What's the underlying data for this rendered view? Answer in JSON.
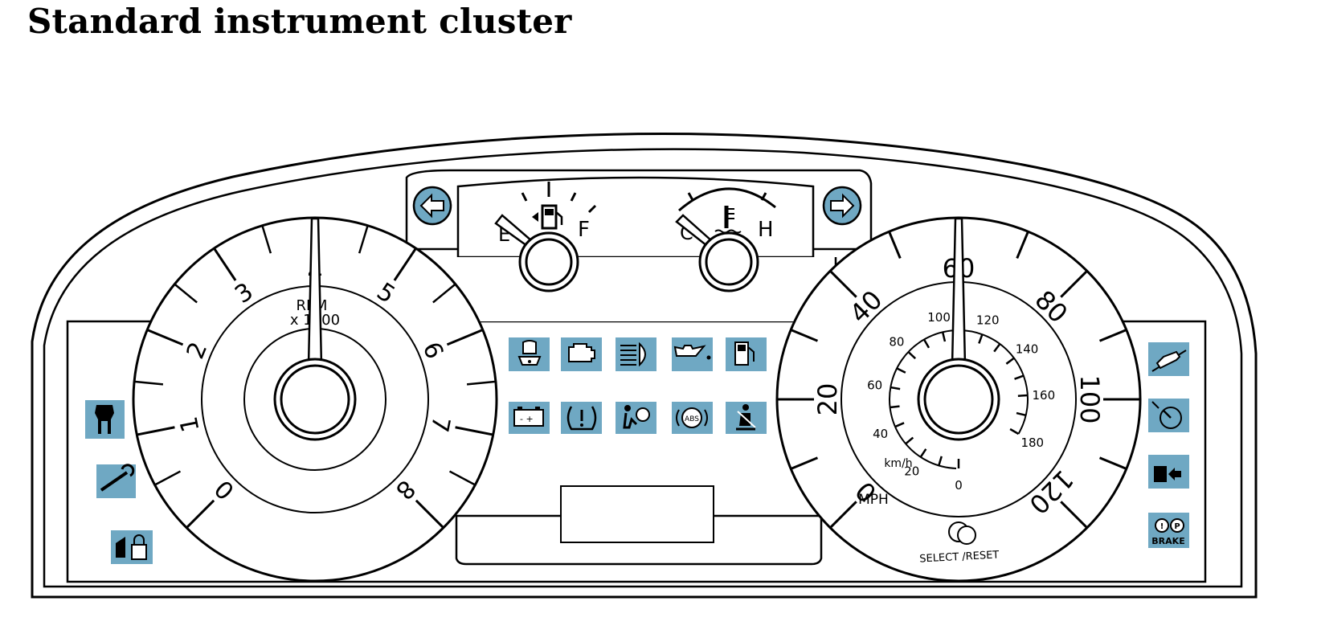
{
  "title": "Standard instrument cluster",
  "colors": {
    "line": "#000000",
    "icon_bg": "#6fa8c3",
    "background": "#ffffff"
  },
  "tachometer": {
    "label_line1": "RPM",
    "label_line2": "x 1000",
    "ticks": [
      "0",
      "1",
      "2",
      "3",
      "4",
      "5",
      "6",
      "7",
      "8"
    ],
    "needle_value": 4
  },
  "speedometer": {
    "mph_unit": "MPH",
    "kmh_unit": "km/h",
    "mph_ticks": [
      "0",
      "20",
      "40",
      "60",
      "80",
      "100",
      "120"
    ],
    "kmh_ticks": [
      "0",
      "20",
      "40",
      "60",
      "80",
      "100",
      "120",
      "140",
      "160",
      "180"
    ],
    "needle_value_mph": 60,
    "button_label": "SELECT /RESET"
  },
  "fuel_gauge": {
    "full_label": "F",
    "empty_label": "E",
    "icon": "fuel-pump-icon"
  },
  "temp_gauge": {
    "hot_label": "H",
    "cold_label": "C",
    "icon": "coolant-temp-icon"
  },
  "turn_signals": {
    "left_icon": "left-arrow-icon",
    "right_icon": "right-arrow-icon"
  },
  "center_warning_icons_row1": [
    "service-engine-icon",
    "check-engine-icon",
    "high-beam-icon",
    "oil-pressure-icon",
    "low-fuel-icon"
  ],
  "center_warning_icons_row2": [
    "battery-icon",
    "tire-pressure-icon",
    "airbag-icon",
    "abs-icon",
    "seatbelt-icon"
  ],
  "left_warning_icons": [
    "powertrain-icon",
    "wrench-icon",
    "door-ajar-lock-icon"
  ],
  "right_warning_icons": [
    "hill-descent-icon",
    "speed-control-icon",
    "4wd-icon",
    "brake-icon"
  ],
  "brake_label": "BRAKE",
  "abs_label": "ABS"
}
